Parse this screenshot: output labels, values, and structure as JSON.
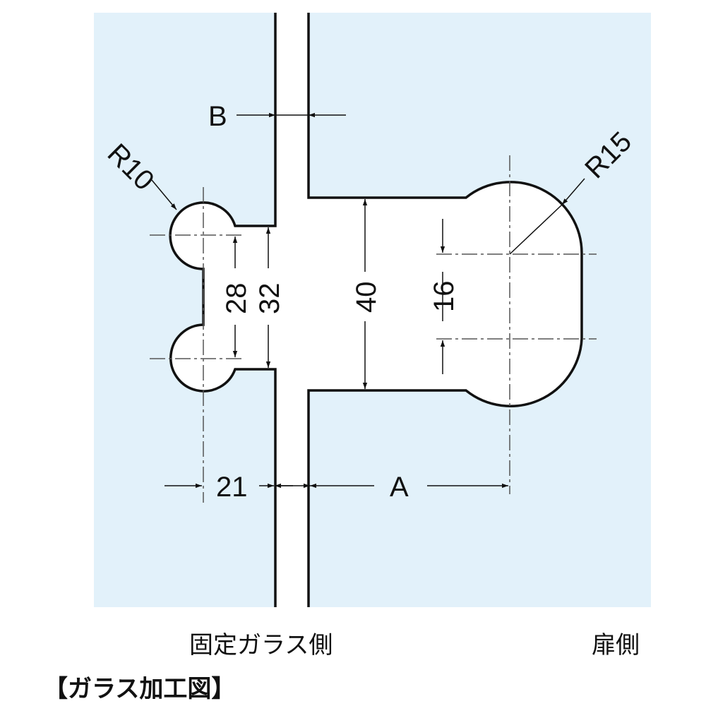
{
  "colors": {
    "glass": "#e2f1fa",
    "line": "#111111",
    "cut": "#ffffff"
  },
  "dimensions": {
    "b": "B",
    "r_small": "R10",
    "r_large": "R15",
    "notch_centers": "28",
    "notch_height": "32",
    "door_cut_height": "40",
    "door_centers": "16",
    "fixed_offset": "21",
    "a": "A"
  },
  "labels": {
    "fixed_glass_side": "固定ガラス側",
    "door_side": "扉側",
    "title": "【ガラス加工図】"
  }
}
